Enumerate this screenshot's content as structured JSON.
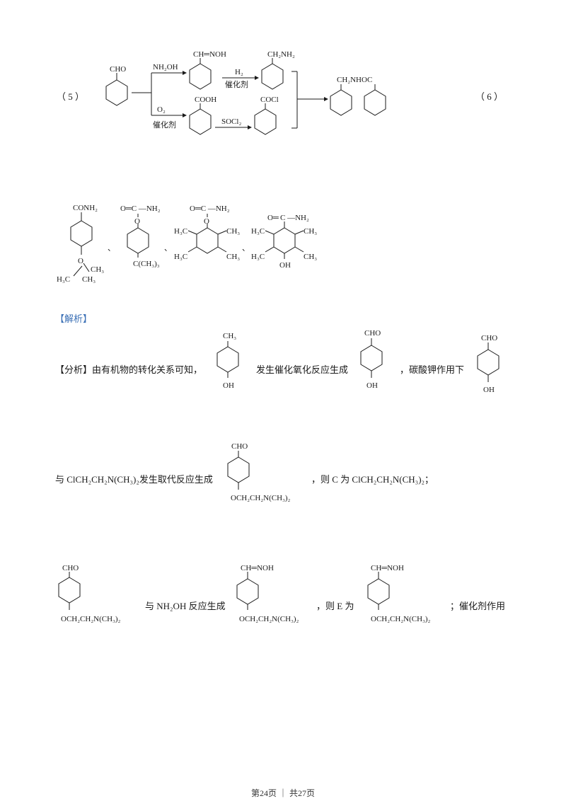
{
  "q5": {
    "num": "（ 5 ）",
    "benzaldehyde_label": "CHO",
    "reagent_1": "NH₂OH",
    "oxime_label": "CH═NOH",
    "reagent_h2": "H₂",
    "catalyst_1": "催化剂",
    "amine_label": "CH₂NH₂",
    "reagent_o2": "O₂",
    "catalyst_2": "催化剂",
    "acid_label": "COOH",
    "reagent_socl2": "SOCl₂",
    "acyl_label": "COCl",
    "product_label": "CH₂NHOC"
  },
  "q6": {
    "num": "（ 6 ）",
    "iso1_top": "CONH₂",
    "iso1_o": "O",
    "iso1_ch3_a": "CH₃",
    "iso1_ch3_b": "CH₃",
    "iso1_h3c": "H₃C",
    "iso2_top": "O═C —NH₂",
    "iso2_o": "O",
    "iso2_bottom": "C(CH₃)₃",
    "iso3_top": "O═C —NH₂",
    "iso3_o": "O",
    "iso3_h3c_a": "H₃C",
    "iso3_ch3_a": "CH₃",
    "iso3_h3c_b": "H₃C",
    "iso3_ch3_b": "CH₃",
    "iso4_top": "C —NH₂",
    "iso4_o": "O═",
    "iso4_h3c_a": "H₃C",
    "iso4_ch3_a": "CH₃",
    "iso4_h3c_b": "H₃C",
    "iso4_ch3_b": "CH₃",
    "iso4_oh": "OH",
    "sep": "、"
  },
  "analysis": {
    "tag": "【解析】",
    "p1_a": "【分析】由有机物的转化关系可知，",
    "p1_b": "发生催化氧化反应生成",
    "p1_c": "，碳酸钾作用下",
    "m1_top": "CH₃",
    "m1_bottom": "OH",
    "m2_top": "CHO",
    "m2_bottom": "OH",
    "m3_top": "CHO",
    "m3_bottom": "OH",
    "p2_a": "与 ClCH₂CH₂N(CH₃)₂发生取代反应生成",
    "p2_b": "，则 C 为 ClCH₂CH₂N(CH₃)₂；",
    "m4_top": "CHO",
    "m4_bottom": "OCH₂CH₂N(CH₃)₂",
    "m5_top": "CHO",
    "m5_bottom": "OCH₂CH₂N(CH₃)₂",
    "p3_a": "与 NH₂OH 反应生成",
    "p3_b": "，则 E 为",
    "p3_c": "；催化剂作用",
    "m6_top": "CH═NOH",
    "m6_bottom": "OCH₂CH₂N(CH₃)₂",
    "m7_top": "CH═NOH",
    "m7_bottom": "OCH₂CH₂N(CH₃)₂"
  },
  "footer": {
    "page": "第24页 ｜ 共27页"
  }
}
